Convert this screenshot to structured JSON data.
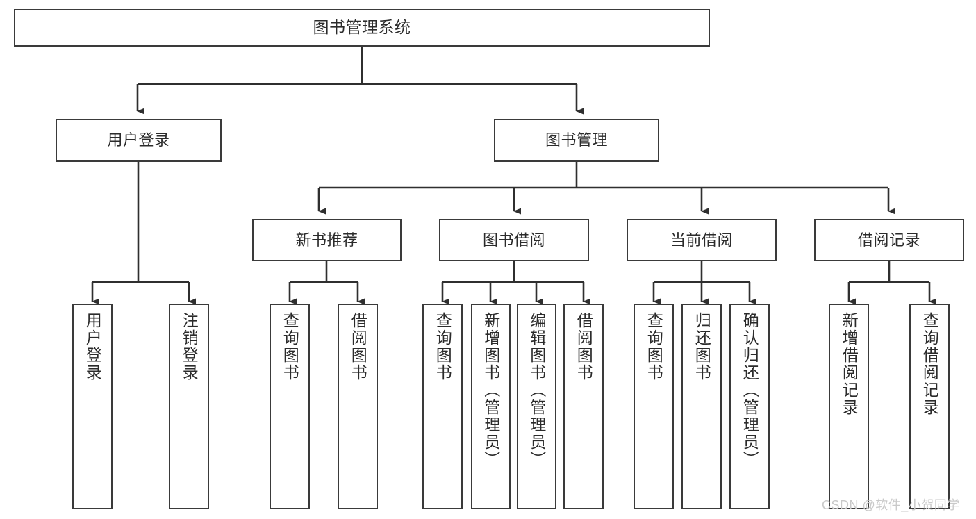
{
  "diagram": {
    "title": "图书管理系统",
    "type": "tree-hierarchy",
    "watermark": "CSDN @软件_小贺同学",
    "colors": {
      "box_border": "#3a3a3a",
      "box_fill": "#ffffff",
      "connector": "#2f2f2f",
      "text": "#2b2b2b",
      "watermark": "#c9c9c9",
      "background": "#ffffff"
    },
    "levels": {
      "level1": [
        {
          "id": "root",
          "label": "图书管理系统",
          "orientation": "horizontal"
        }
      ],
      "level2": [
        {
          "id": "user-login",
          "label": "用户登录",
          "orientation": "horizontal"
        },
        {
          "id": "book-manage",
          "label": "图书管理",
          "orientation": "horizontal"
        }
      ],
      "level3": [
        {
          "id": "new-book-recommend",
          "label": "新书推荐",
          "orientation": "horizontal"
        },
        {
          "id": "book-borrow",
          "label": "图书借阅",
          "orientation": "horizontal"
        },
        {
          "id": "current-borrow",
          "label": "当前借阅",
          "orientation": "horizontal"
        },
        {
          "id": "borrow-record",
          "label": "借阅记录",
          "orientation": "horizontal"
        }
      ],
      "level4": [
        {
          "id": "leaf-user-login",
          "label": "用户登录",
          "parent": "user-login",
          "orientation": "vertical"
        },
        {
          "id": "leaf-logout-login",
          "label": "注销登录",
          "parent": "user-login",
          "orientation": "vertical"
        },
        {
          "id": "leaf-query-book-1",
          "label": "查询图书",
          "parent": "new-book-recommend",
          "orientation": "vertical"
        },
        {
          "id": "leaf-borrow-book-1",
          "label": "借阅图书",
          "parent": "new-book-recommend",
          "orientation": "vertical"
        },
        {
          "id": "leaf-query-book-2",
          "label": "查询图书",
          "parent": "book-borrow",
          "orientation": "vertical"
        },
        {
          "id": "leaf-add-book",
          "label": "新增图书（管理员）",
          "parent": "book-borrow",
          "orientation": "vertical"
        },
        {
          "id": "leaf-edit-book",
          "label": "编辑图书（管理员）",
          "parent": "book-borrow",
          "orientation": "vertical"
        },
        {
          "id": "leaf-borrow-book-2",
          "label": "借阅图书",
          "parent": "book-borrow",
          "orientation": "vertical"
        },
        {
          "id": "leaf-query-book-3",
          "label": "查询图书",
          "parent": "current-borrow",
          "orientation": "vertical"
        },
        {
          "id": "leaf-return-book",
          "label": "归还图书",
          "parent": "current-borrow",
          "orientation": "vertical"
        },
        {
          "id": "leaf-confirm-return",
          "label": "确认归还（管理员）",
          "parent": "current-borrow",
          "orientation": "vertical"
        },
        {
          "id": "leaf-add-record",
          "label": "新增借阅记录",
          "parent": "borrow-record",
          "orientation": "vertical"
        },
        {
          "id": "leaf-query-record",
          "label": "查询借阅记录",
          "parent": "borrow-record",
          "orientation": "vertical"
        }
      ]
    }
  }
}
